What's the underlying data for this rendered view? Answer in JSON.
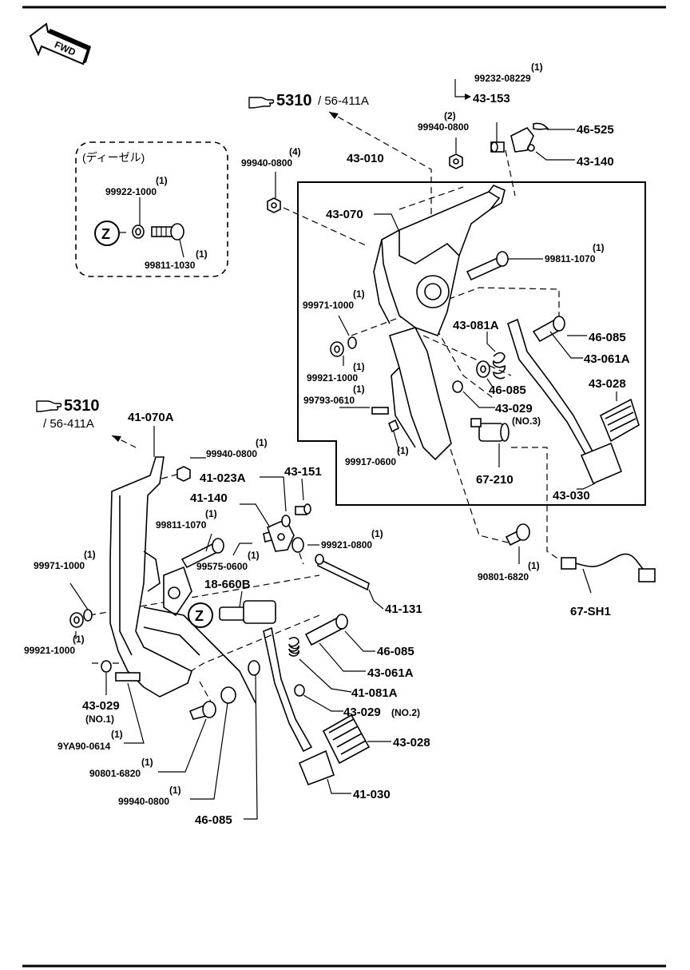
{
  "fwd_label": "FWD",
  "refs": {
    "top": {
      "num": "5310",
      "sub": "/ 56-411A"
    },
    "left": {
      "num": "5310",
      "sub": "/ 56-411A"
    }
  },
  "diesel_box": {
    "title": "(ディーゼル)",
    "z_symbol": "Z",
    "parts": [
      {
        "qty": "(1)",
        "code": "99922-1000"
      },
      {
        "qty": "(1)",
        "code": "99811-1030"
      }
    ]
  },
  "z_symbol_main": "Z",
  "labels": [
    {
      "id": "l43153",
      "text": "43-153"
    },
    {
      "id": "l46525",
      "text": "46-525"
    },
    {
      "id": "l43140",
      "text": "43-140"
    },
    {
      "id": "l43010",
      "text": "43-010"
    },
    {
      "id": "l43070",
      "text": "43-070"
    },
    {
      "id": "l43081A",
      "text": "43-081A"
    },
    {
      "id": "l46085a",
      "text": "46-085"
    },
    {
      "id": "l43061Aa",
      "text": "43-061A"
    },
    {
      "id": "l43028a",
      "text": "43-028"
    },
    {
      "id": "l46085b",
      "text": "46-085"
    },
    {
      "id": "l43029a",
      "text": "43-029"
    },
    {
      "id": "l67210",
      "text": "67-210"
    },
    {
      "id": "l43030",
      "text": "43-030"
    },
    {
      "id": "l41070A",
      "text": "41-070A"
    },
    {
      "id": "l41023A",
      "text": "41-023A"
    },
    {
      "id": "l43151",
      "text": "43-151"
    },
    {
      "id": "l41140",
      "text": "41-140"
    },
    {
      "id": "l18660B",
      "text": "18-660B"
    },
    {
      "id": "l41131",
      "text": "41-131"
    },
    {
      "id": "l46085c",
      "text": "46-085"
    },
    {
      "id": "l43061Ab",
      "text": "43-061A"
    },
    {
      "id": "l41081A",
      "text": "41-081A"
    },
    {
      "id": "l43029b",
      "text": "43-029"
    },
    {
      "id": "l43028b",
      "text": "43-028"
    },
    {
      "id": "l41030",
      "text": "41-030"
    },
    {
      "id": "l46085d",
      "text": "46-085"
    },
    {
      "id": "l67SH1",
      "text": "67-SH1"
    },
    {
      "id": "l43029c",
      "text": "43-029"
    }
  ],
  "notes": {
    "no1": "(NO.1)",
    "no2": "(NO.2)",
    "no3": "(NO.3)"
  },
  "small_parts": [
    {
      "id": "s99232",
      "qty": "(1)",
      "code": "99232-08229"
    },
    {
      "id": "s99940a",
      "qty": "(2)",
      "code": "99940-0800"
    },
    {
      "id": "s99940b",
      "qty": "(4)",
      "code": "99940-0800"
    },
    {
      "id": "s99811a",
      "qty": "(1)",
      "code": "99811-1070"
    },
    {
      "id": "s99971a",
      "qty": "(1)",
      "code": "99971-1000"
    },
    {
      "id": "s99921a",
      "qty": "(1)",
      "code": "99921-1000"
    },
    {
      "id": "s99793",
      "qty": "(1)",
      "code": "99793-0610"
    },
    {
      "id": "s99917",
      "qty": "(1)",
      "code": "99917-0600"
    },
    {
      "id": "s99940c",
      "qty": "(1)",
      "code": "99940-0800"
    },
    {
      "id": "s99811b",
      "qty": "(1)",
      "code": "99811-1070"
    },
    {
      "id": "s99575",
      "qty": "(1)",
      "code": "99575-0600"
    },
    {
      "id": "s99921b",
      "qty": "(1)",
      "code": "99921-0800"
    },
    {
      "id": "s99971b",
      "qty": "(1)",
      "code": "99971-1000"
    },
    {
      "id": "s99921c",
      "qty": "(1)",
      "code": "99921-1000"
    },
    {
      "id": "s9YA90",
      "qty": "(1)",
      "code": "9YA90-0614"
    },
    {
      "id": "s90801a",
      "qty": "(1)",
      "code": "90801-6820"
    },
    {
      "id": "s99940d",
      "qty": "(1)",
      "code": "99940-0800"
    },
    {
      "id": "s90801b",
      "qty": "(1)",
      "code": "90801-6820"
    }
  ]
}
